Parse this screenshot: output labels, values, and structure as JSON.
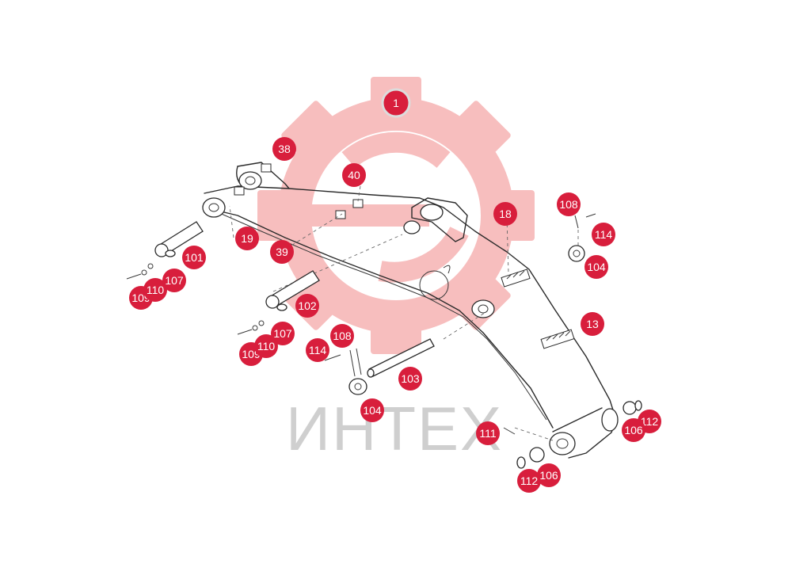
{
  "watermark": {
    "text": "ИНТЕХ",
    "logo_color": "#f28a8a",
    "text_color": "#cfcfcf"
  },
  "badge_color": "#d81e3c",
  "badges": [
    {
      "id": "b-1",
      "label": "1",
      "style": "outline"
    },
    {
      "id": "b-38",
      "label": "38"
    },
    {
      "id": "b-40",
      "label": "40"
    },
    {
      "id": "b-18",
      "label": "18"
    },
    {
      "id": "b-108a",
      "label": "108"
    },
    {
      "id": "b-114a",
      "label": "114"
    },
    {
      "id": "b-104a",
      "label": "104"
    },
    {
      "id": "b-19",
      "label": "19"
    },
    {
      "id": "b-39",
      "label": "39"
    },
    {
      "id": "b-101",
      "label": "101"
    },
    {
      "id": "b-107a",
      "label": "107"
    },
    {
      "id": "b-109a",
      "label": "109"
    },
    {
      "id": "b-110a",
      "label": "110"
    },
    {
      "id": "b-102",
      "label": "102"
    },
    {
      "id": "b-13",
      "label": "13"
    },
    {
      "id": "b-107b",
      "label": "107"
    },
    {
      "id": "b-109b",
      "label": "109"
    },
    {
      "id": "b-110b",
      "label": "110"
    },
    {
      "id": "b-108b",
      "label": "108"
    },
    {
      "id": "b-114b",
      "label": "114"
    },
    {
      "id": "b-103",
      "label": "103"
    },
    {
      "id": "b-104b",
      "label": "104"
    },
    {
      "id": "b-111",
      "label": "111"
    },
    {
      "id": "b-112a",
      "label": "112"
    },
    {
      "id": "b-106a",
      "label": "106"
    },
    {
      "id": "b-112b",
      "label": "112"
    },
    {
      "id": "b-106b",
      "label": "106"
    }
  ]
}
